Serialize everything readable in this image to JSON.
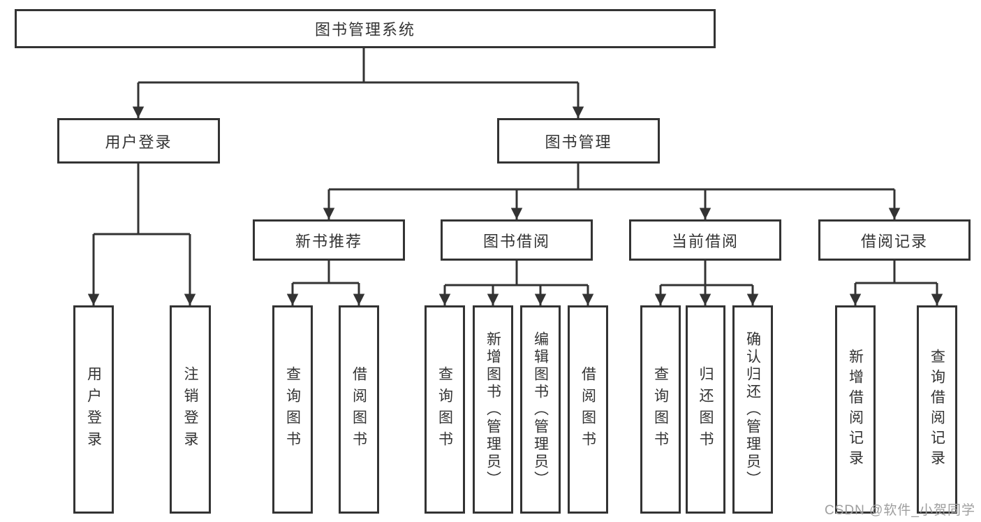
{
  "tree": {
    "root": "图书管理系统",
    "branches": [
      {
        "label": "用户登录",
        "children": [
          "用户登录",
          "注销登录"
        ]
      },
      {
        "label": "图书管理",
        "sections": [
          {
            "label": "新书推荐",
            "children": [
              "查询图书",
              "借阅图书"
            ]
          },
          {
            "label": "图书借阅",
            "children": [
              "查询图书",
              "新增图书（管理员）",
              "编辑图书（管理员）",
              "借阅图书"
            ]
          },
          {
            "label": "当前借阅",
            "children": [
              "查询图书",
              "归还图书",
              "确认归还（管理员）"
            ]
          },
          {
            "label": "借阅记录",
            "children": [
              "新增借阅记录",
              "查询借阅记录"
            ]
          }
        ]
      }
    ]
  },
  "watermark": {
    "text": "CSDN @软件_小贺同学"
  },
  "colors": {
    "line": "#333333",
    "text": "#333333",
    "box_background": "#ffffff",
    "watermark": "#9e9e9e",
    "page_background": "#ffffff"
  }
}
